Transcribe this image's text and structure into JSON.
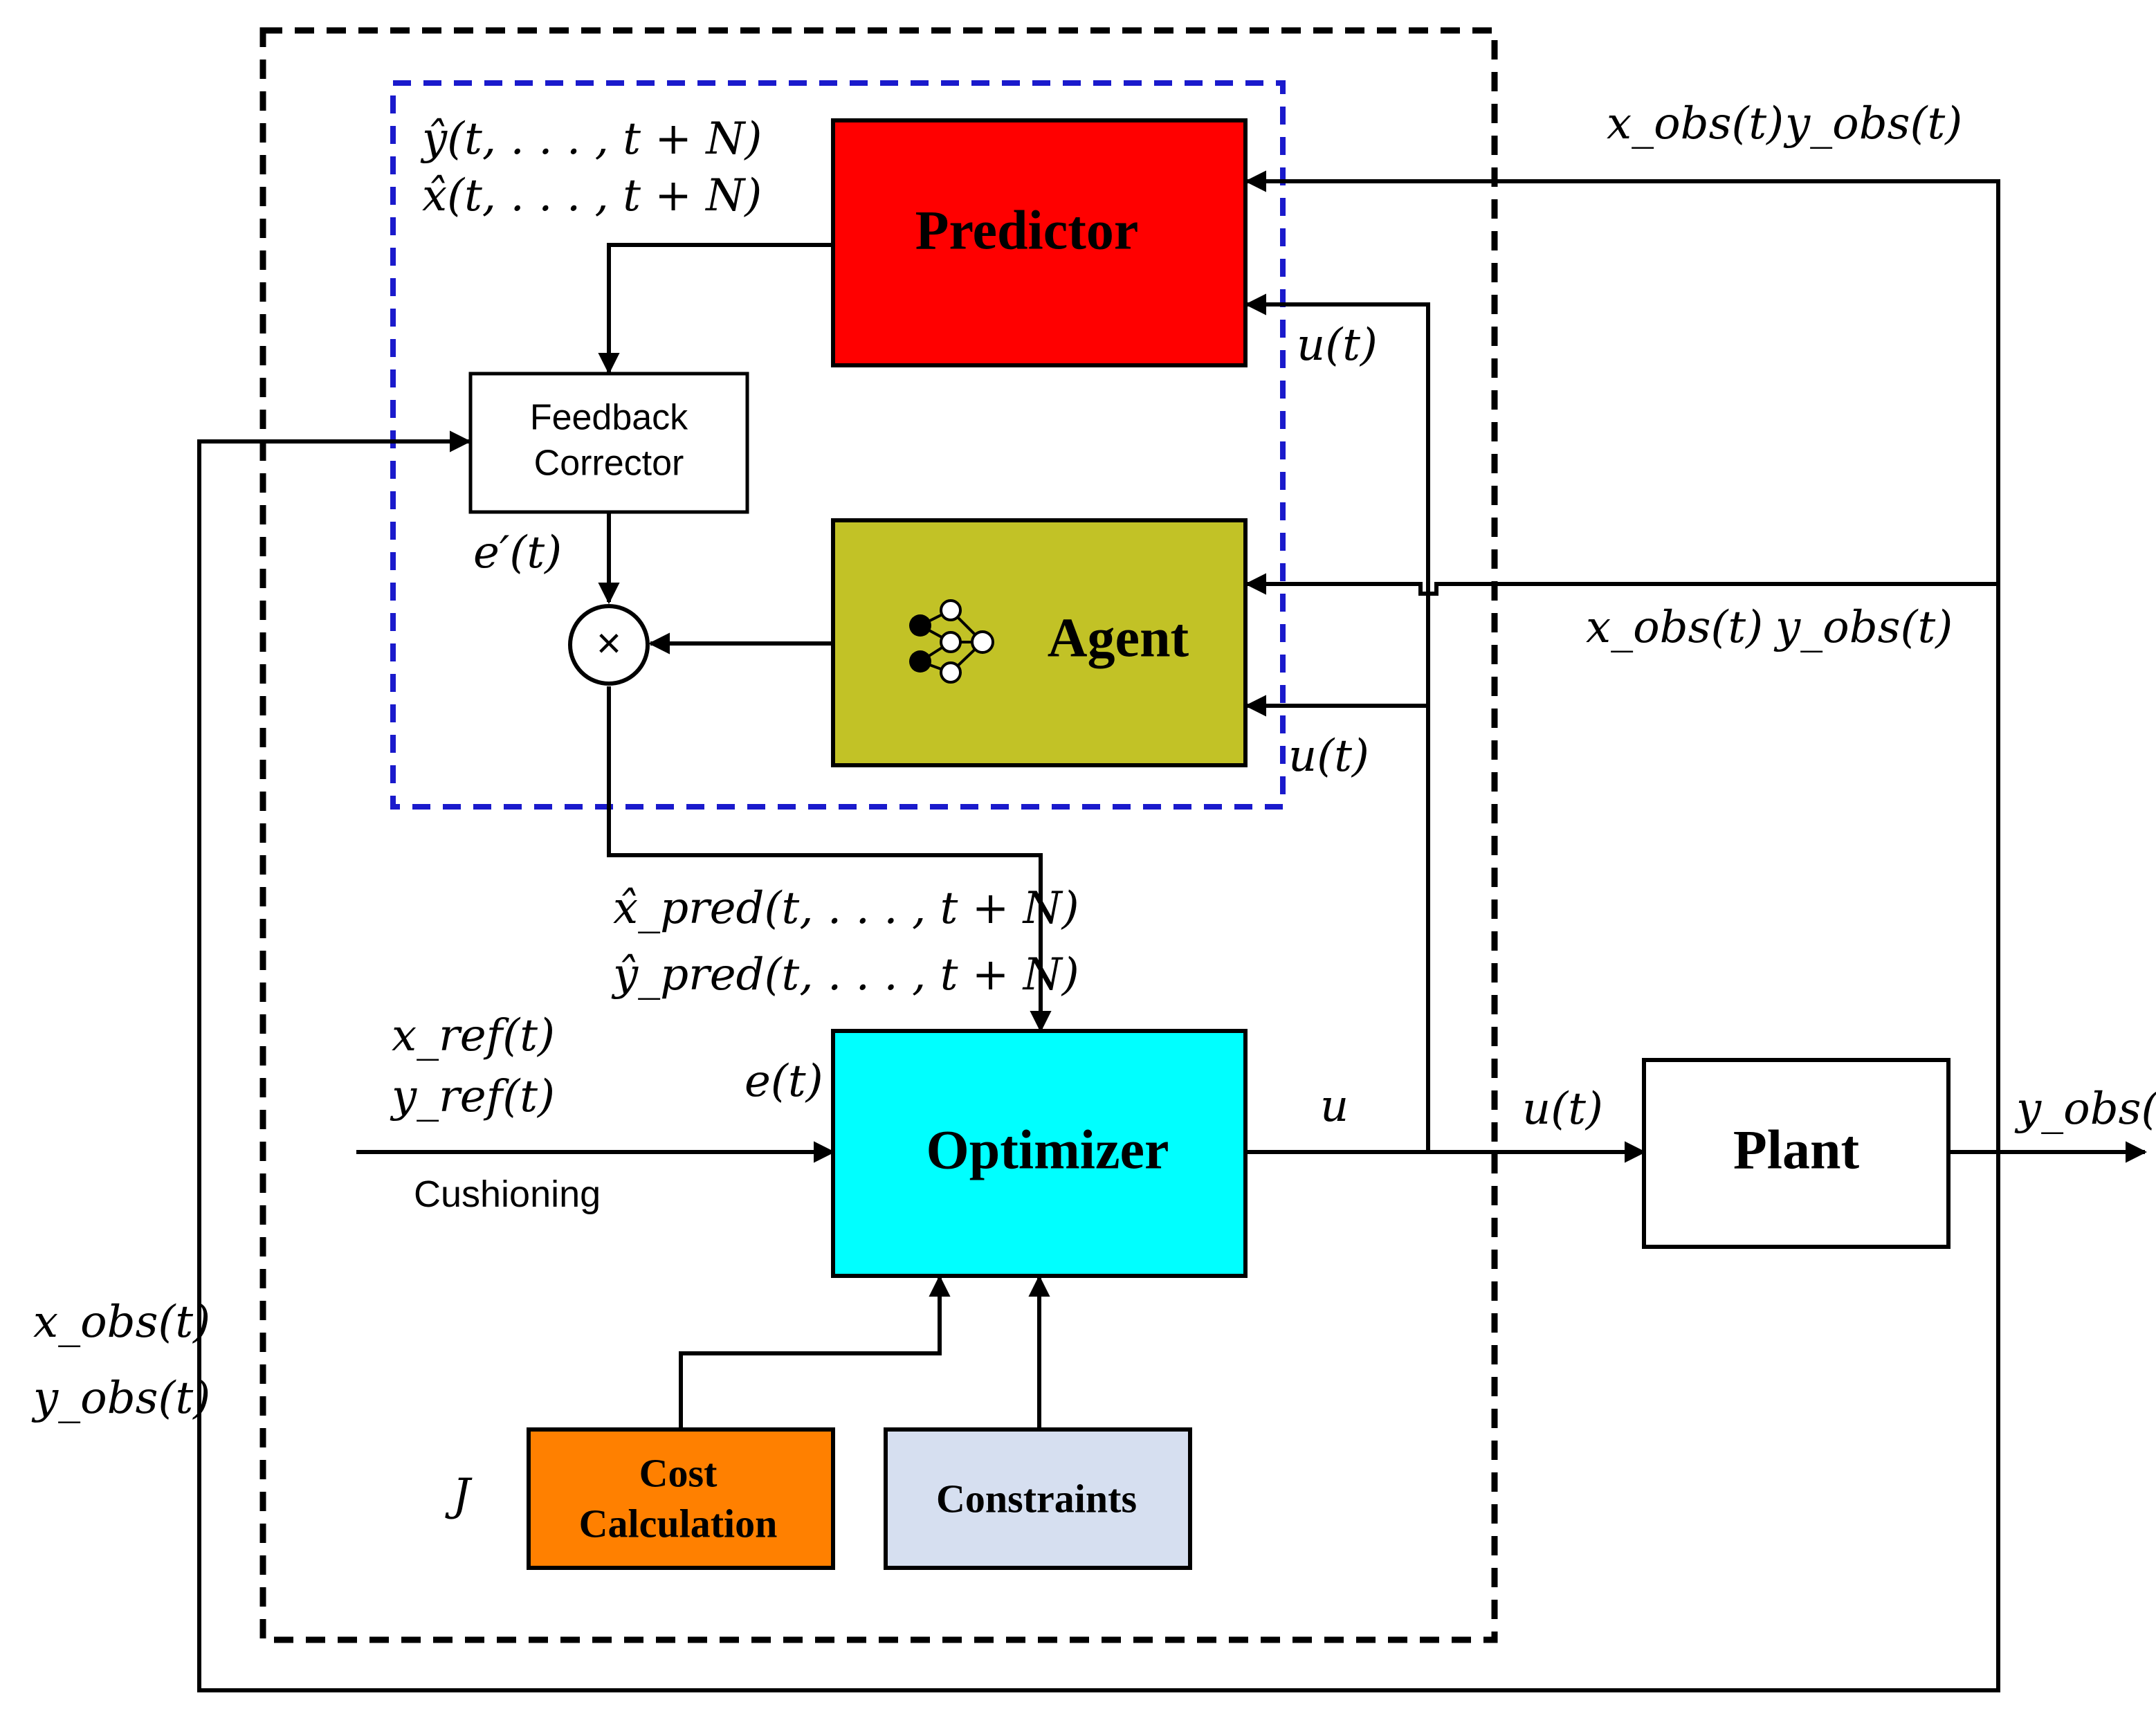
{
  "blocks": {
    "predictor": {
      "label": "Predictor",
      "color": "#ff0000"
    },
    "agent": {
      "label": "Agent",
      "color": "#c2c226"
    },
    "optimizer": {
      "label": "Optimizer",
      "color": "#00ffff"
    },
    "plant": {
      "label": "Plant",
      "color": "#ffffff"
    },
    "feedback_corrector": {
      "line1": "Feedback",
      "line2": "Corrector",
      "color": "#ffffff"
    },
    "cost_calculation": {
      "line1": "Cost",
      "line2": "Calculation",
      "color": "#ff8000"
    },
    "constraints": {
      "label": "Constraints",
      "color": "#d6dff0"
    }
  },
  "multiplier_symbol": "×",
  "icons": {
    "agent": "neural-network-icon"
  },
  "boundaries": {
    "outer_controller": "black dashed",
    "inner_predictor_agent": "blue dashed"
  },
  "signals": {
    "y_hat_pred": "ŷ(t, . . . , t + N)",
    "x_hat_pred": "x̂(t, . . . , t + N)",
    "x_obs_top": "x_obs(t)",
    "y_obs_top": "y_obs(t)",
    "u_predictor": "u(t)",
    "e_prime": "e′(t)",
    "x_obs_mid": "x_obs(t)",
    "y_obs_mid": "y_obs(t)",
    "u_agent": "u(t)",
    "x_hat_pred_opt": "x̂_pred(t, . . . , t + N)",
    "y_hat_pred_opt": "ŷ_pred(t, . . . , t + N)",
    "x_ref": "x_ref(t)",
    "y_ref": "y_ref(t)",
    "e_t": "e(t)",
    "u_out": "u",
    "u_plant": "u(t)",
    "y_obs_out": "y_obs(t)",
    "cushioning": "Cushioning",
    "x_obs_left": "x_obs(t)",
    "y_obs_left": "y_obs(t)",
    "cost_J": "J"
  }
}
